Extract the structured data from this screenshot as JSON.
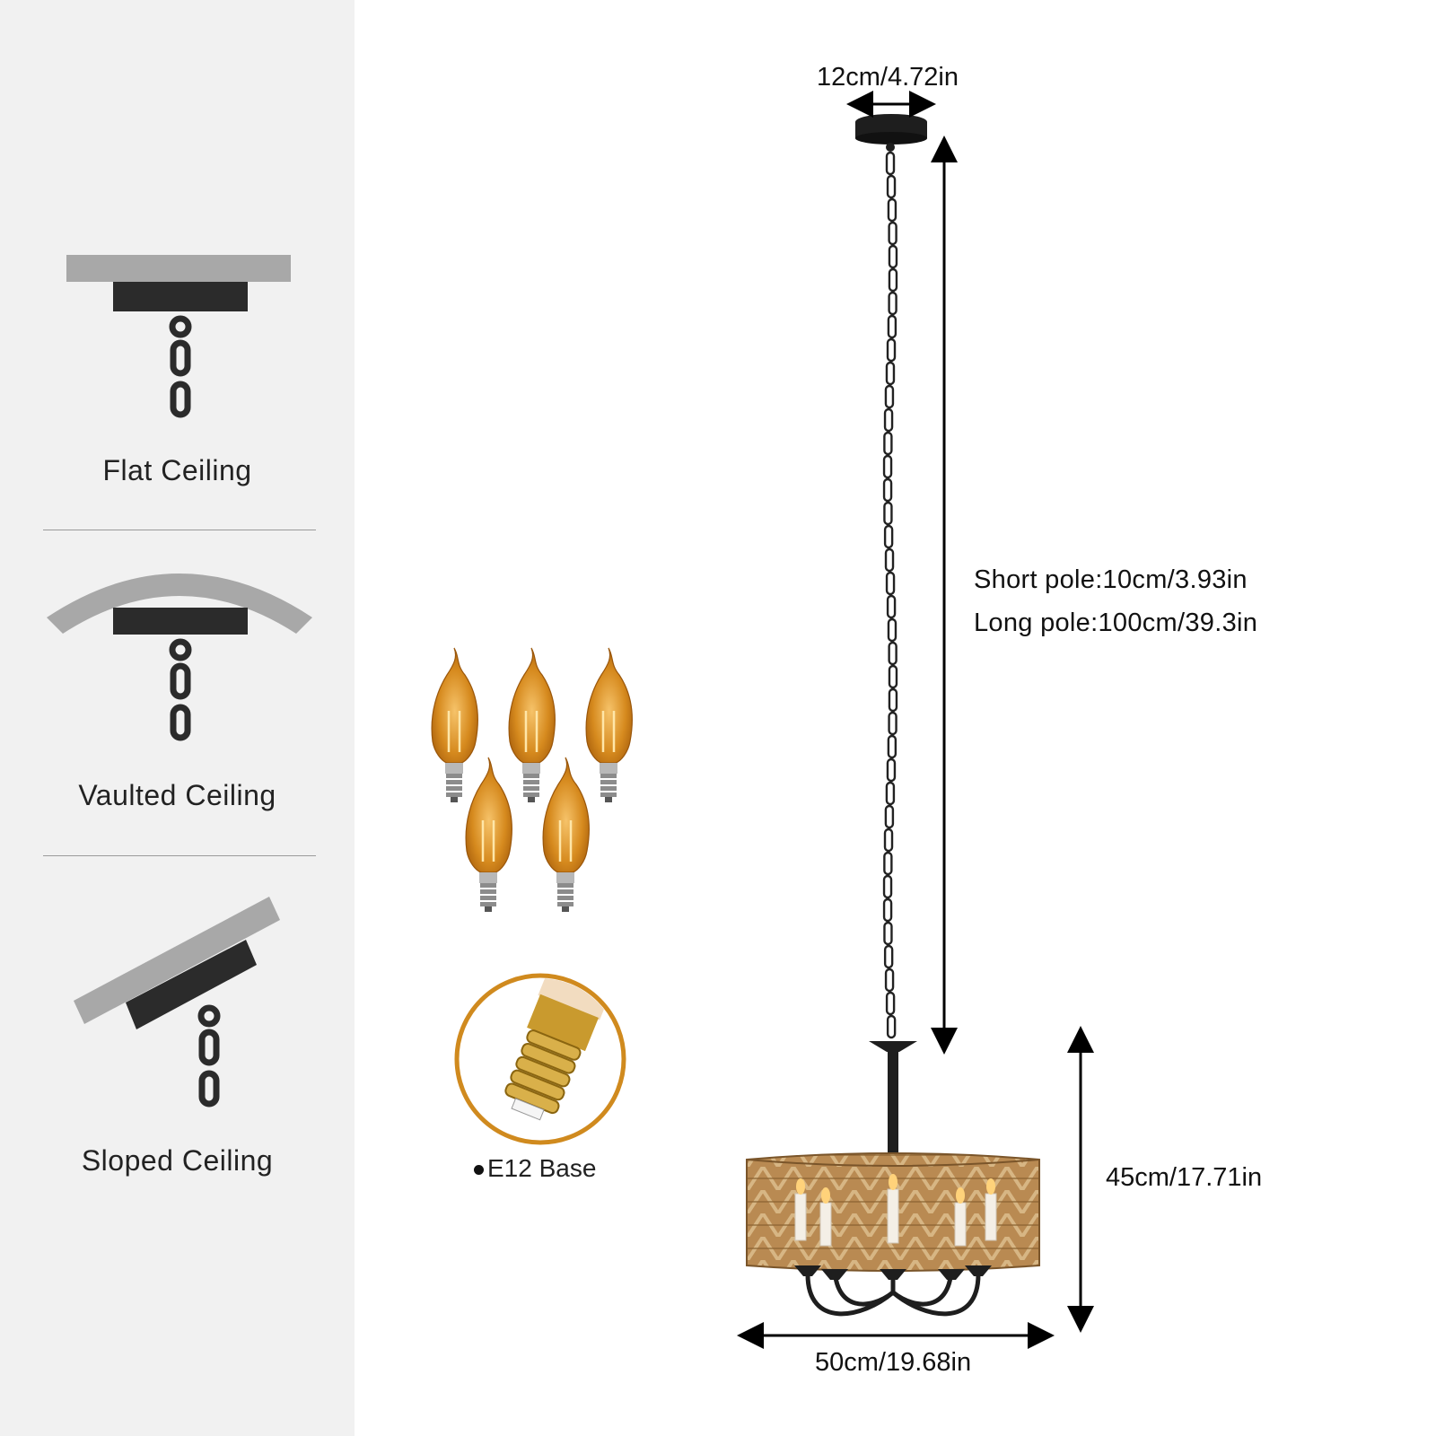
{
  "mounting_options": [
    {
      "label": "Flat Ceiling",
      "icon": "flat-ceiling-icon"
    },
    {
      "label": "Vaulted Ceiling",
      "icon": "vaulted-ceiling-icon"
    },
    {
      "label": "Sloped Ceiling",
      "icon": "sloped-ceiling-icon"
    }
  ],
  "bulbs": {
    "count": 5,
    "base_label": "E12 Base",
    "icon": "candle-bulb-icon",
    "color": "#d68a1e"
  },
  "dimensions": {
    "canopy_width": "12cm/4.72in",
    "short_pole": "Short pole:10cm/3.93in",
    "long_pole": "Long pole:100cm/39.3in",
    "height": "45cm/17.71in",
    "width": "50cm/19.68in"
  },
  "colors": {
    "panel_bg": "#f1f1f1",
    "ceiling_gray": "#a8a8a8",
    "mount_black": "#2b2b2b",
    "rattan": "#c49a62"
  }
}
